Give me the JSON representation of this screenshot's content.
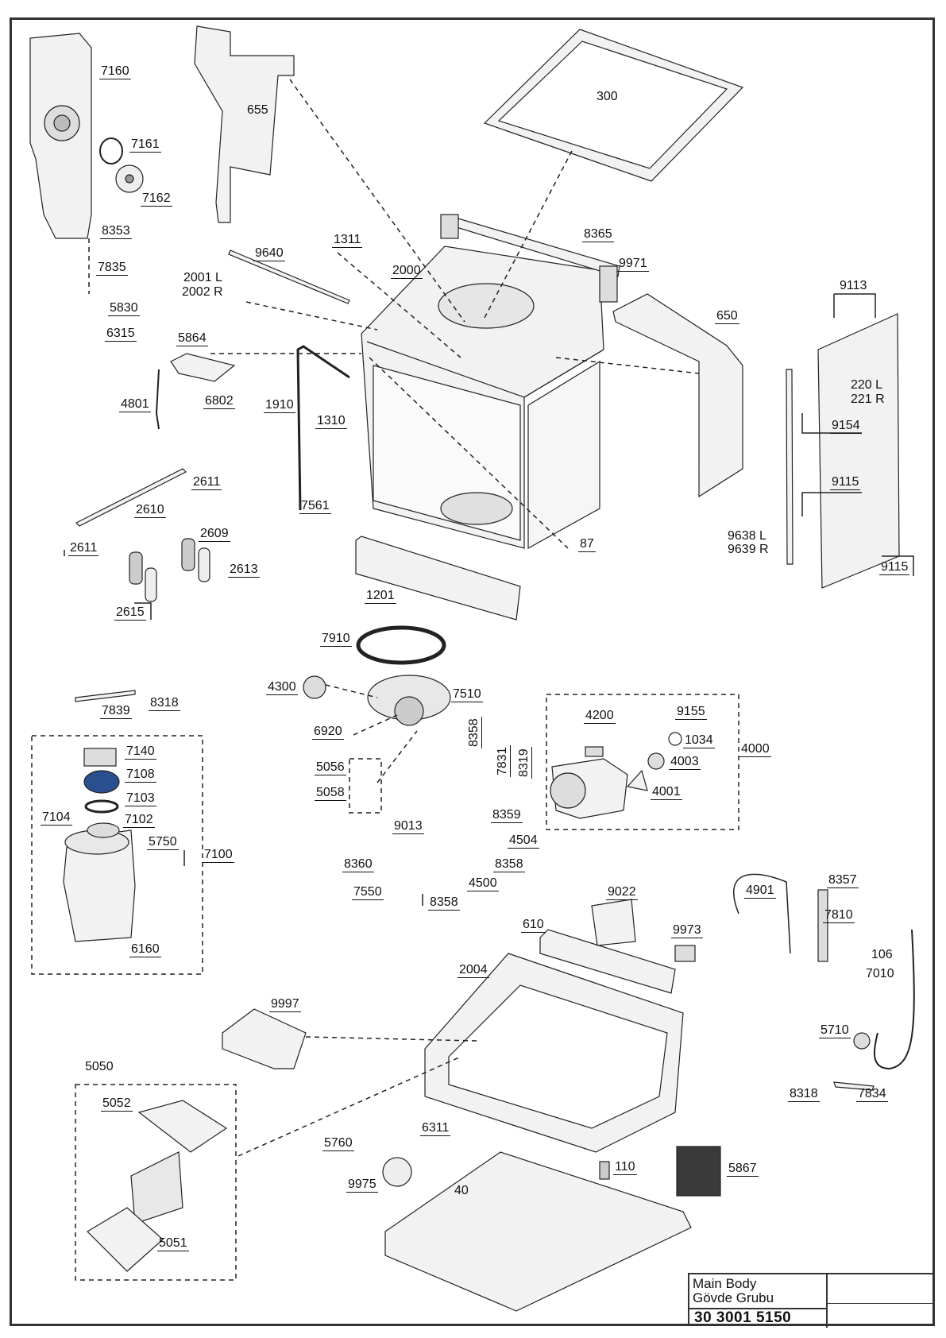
{
  "labels": {
    "l7160": "7160",
    "l7161": "7161",
    "l7162": "7162",
    "l8353": "8353",
    "l7835": "7835",
    "l5830": "5830",
    "l6315": "6315",
    "l655": "655",
    "l300": "300",
    "l9640": "9640",
    "l1311": "1311",
    "l2000": "2000",
    "l8365": "8365",
    "l9971": "9971",
    "l2001": "2001 L",
    "l2002": "2002 R",
    "l5864": "5864",
    "l650": "650",
    "l9113": "9113",
    "l220": "220 L",
    "l221": "221 R",
    "l4801": "4801",
    "l6802": "6802",
    "l1910": "1910",
    "l1310": "1310",
    "l9154": "9154",
    "l2611a": "2611",
    "l2610": "2610",
    "l2611b": "2611",
    "l2609": "2609",
    "l2613": "2613",
    "l2615": "2615",
    "l7561": "7561",
    "l87": "87",
    "l9115a": "9115",
    "l9638": "9638 L",
    "l9639": "9639 R",
    "l9115b": "9115",
    "l1201": "1201",
    "l7910": "7910",
    "l4300": "4300",
    "l7510": "7510",
    "l7839": "7839",
    "l8318a": "8318",
    "l6920": "6920",
    "l4200": "4200",
    "l9155": "9155",
    "l1034": "1034",
    "l4003": "4003",
    "l4000": "4000",
    "l4001": "4001",
    "l7140": "7140",
    "l7108": "7108",
    "l7103": "7103",
    "l7104": "7104",
    "l7102": "7102",
    "l5750": "5750",
    "l7100": "7100",
    "l6160": "6160",
    "l5056": "5056",
    "l5058": "5058",
    "l8358a": "8358",
    "l7831": "7831",
    "l8319": "8319",
    "l8359": "8359",
    "l9013": "9013",
    "l4504": "4504",
    "l8358b": "8358",
    "l8360": "8360",
    "l4500": "4500",
    "l7550": "7550",
    "l8358c": "8358",
    "l4901": "4901",
    "l8357": "8357",
    "l7810": "7810",
    "l9022": "9022",
    "l610": "610",
    "l9973": "9973",
    "l106": "106",
    "l7010": "7010",
    "l2004": "2004",
    "l9997": "9997",
    "l5710": "5710",
    "l5050": "5050",
    "l5052": "5052",
    "l8318b": "8318",
    "l7834": "7834",
    "l5760": "5760",
    "l6311": "6311",
    "l110": "110",
    "l5867": "5867",
    "l9975": "9975",
    "l40": "40",
    "l5051": "5051"
  },
  "title_block": {
    "line1": "Main Body",
    "line2": "Gövde Grubu",
    "code": "30 3001 5150"
  },
  "colors": {
    "line": "#222222",
    "part_fill": "#f2f2f2",
    "part_shade": "#cfcfcf",
    "dark_part": "#3a3a3a"
  }
}
